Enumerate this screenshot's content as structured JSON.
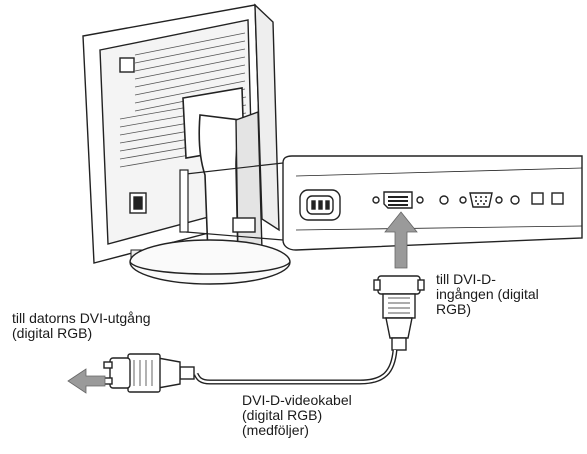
{
  "labels": {
    "pc_output": "till datorns DVI-utgång\n(digital RGB)",
    "dvi_input": "till DVI-D-\ningången (digital\nRGB)",
    "cable": "DVI-D-videokabel\n(digital RGB)\n(medföljer)"
  },
  "icons": {
    "signal_arrow": "arrow-left-icon",
    "connect_arrow": "arrow-up-icon"
  },
  "colors": {
    "line": "#222222",
    "arrow_fill": "#9a9a9a",
    "panel_fill": "#ffffff"
  }
}
